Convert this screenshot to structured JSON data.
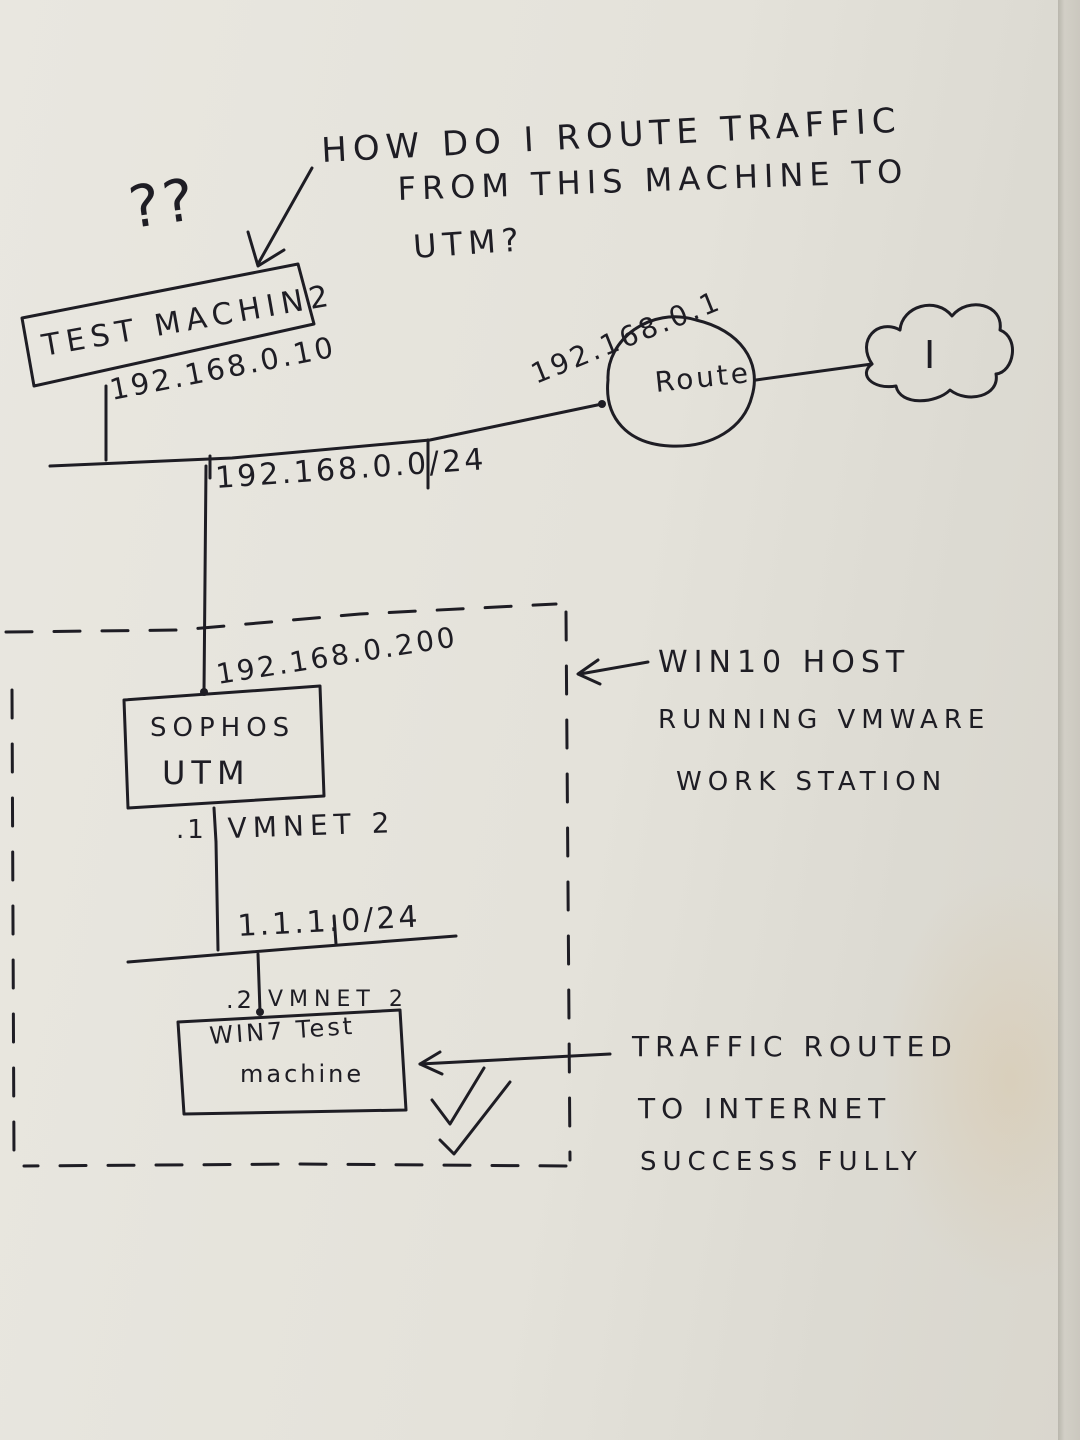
{
  "question": {
    "line1": "HOW DO I ROUTE TRAFFIC",
    "line2": "FROM THIS MACHINE TO",
    "line3": "UTM?",
    "marks": "??"
  },
  "test_machine": {
    "label": "TEST MACHIN2",
    "ip": "192.168.0.10"
  },
  "network_lan": {
    "subnet": "192.168.0.0/24"
  },
  "router": {
    "label": "Route",
    "ip": "192.168.0.1"
  },
  "internet": {
    "label": "I"
  },
  "utm": {
    "line1": "SOPHOS",
    "line2": "UTM",
    "wan_ip": "192.168.0.200",
    "lan_suffix": ".1",
    "lan_label": "VMNET 2"
  },
  "network_vm": {
    "subnet": "1.1.1.0/24"
  },
  "win7": {
    "line1": "WIN7 Test",
    "line2": "machine",
    "suffix": ".2",
    "label": "VMNET 2"
  },
  "host_note": {
    "line1": "WIN10 HOST",
    "line2": "RUNNING VMWARE",
    "line3": "WORK STATION"
  },
  "success_note": {
    "line1": "TRAFFIC ROUTED",
    "line2": "TO INTERNET",
    "line3": "SUCCESS FULLY"
  },
  "ink_color": "#1e1d24",
  "paper_color": "#e6e4dd"
}
